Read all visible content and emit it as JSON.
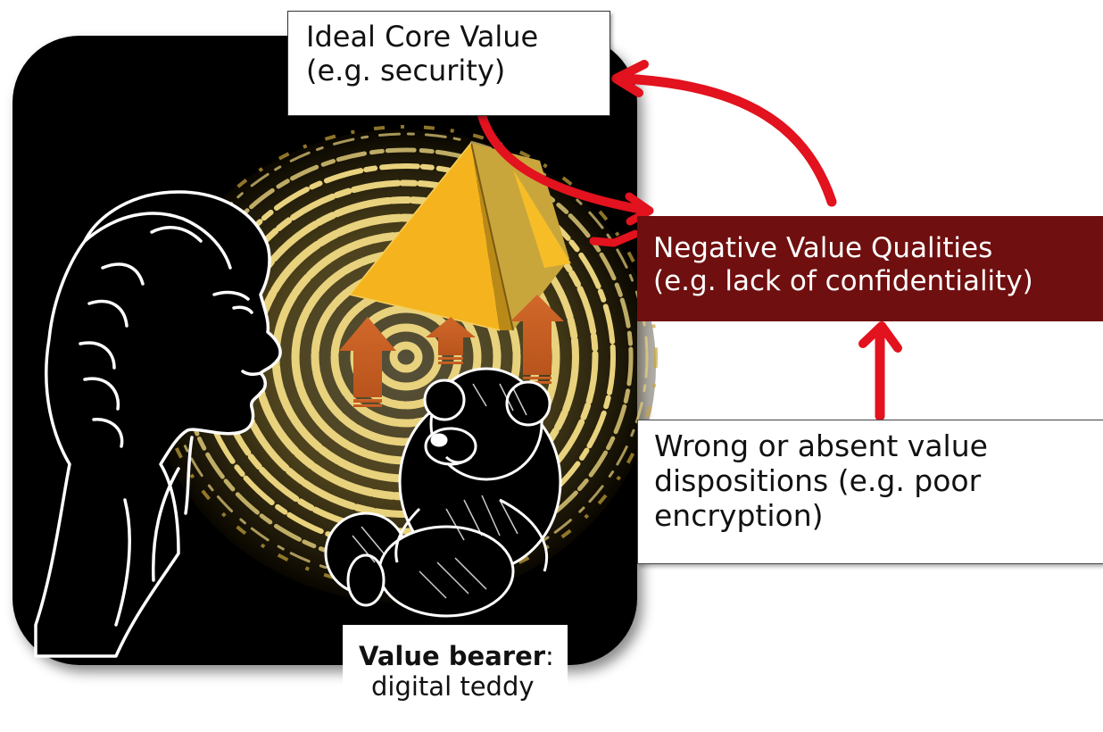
{
  "ideal_core_value": {
    "line1": "Ideal Core Value",
    "line2": "(e.g. security)"
  },
  "negative_value_qualities": {
    "line1": "Negative Value Qualities",
    "line2": "(e.g. lack of confidentiality)"
  },
  "wrong_dispositions": {
    "line1": "Wrong or absent value",
    "line2": "dispositions (e.g. poor",
    "line3": "encryption)"
  },
  "value_bearer": {
    "bold": "Value bearer",
    "colon": ":",
    "line2": "digital teddy"
  },
  "colors": {
    "panel_background": "#000000",
    "rings": "#e8cf7a",
    "pyramid": "#f2b51e",
    "upward_arrows": "#cf6a28",
    "connector_arrows": "#e2121e",
    "negative_box": "#6f0f0f"
  }
}
